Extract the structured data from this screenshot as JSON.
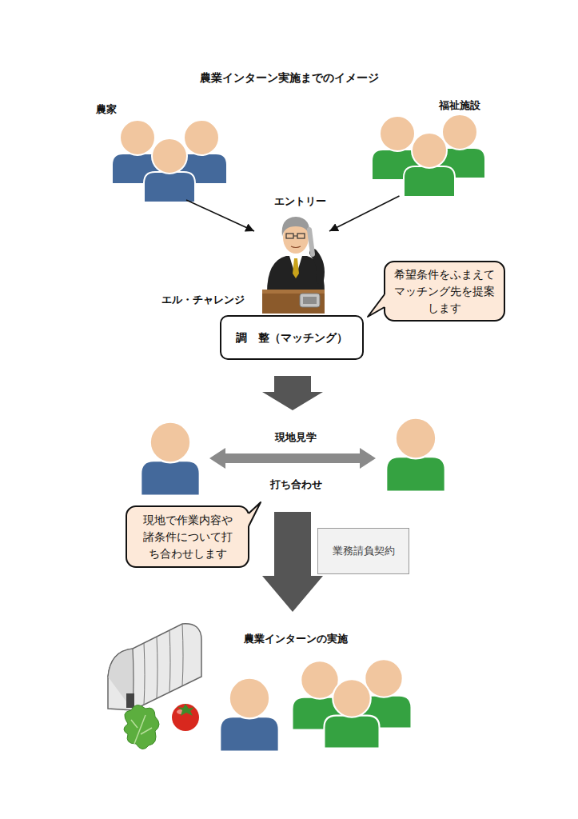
{
  "diagram": {
    "title": "農業インターン実施までのイメージ",
    "nodes": [
      {
        "text": [
          "農家"
        ]
      },
      {
        "text": [
          "福祉施設"
        ]
      },
      {
        "text": [
          "エル・チャレンジ"
        ]
      },
      {
        "text": [
          "希望条件をふまえて マッチング先を提案 します"
        ]
      },
      {
        "text": [
          "調　整（マッチング）"
        ]
      },
      {
        "text": [
          "現地で作業内容や 諸条件について打 ち合わせします"
        ]
      },
      {
        "text": [
          "業務請負契約"
        ]
      }
    ],
    "edges": [
      {
        "from": 0,
        "to": 2,
        "arrow": "to"
      },
      {
        "from": 1,
        "to": 2,
        "arrow": "to"
      }
    ],
    "labels": [
      "エントリー",
      "現地見学",
      "打ち合わせ",
      "農業インターンの実施"
    ]
  }
}
